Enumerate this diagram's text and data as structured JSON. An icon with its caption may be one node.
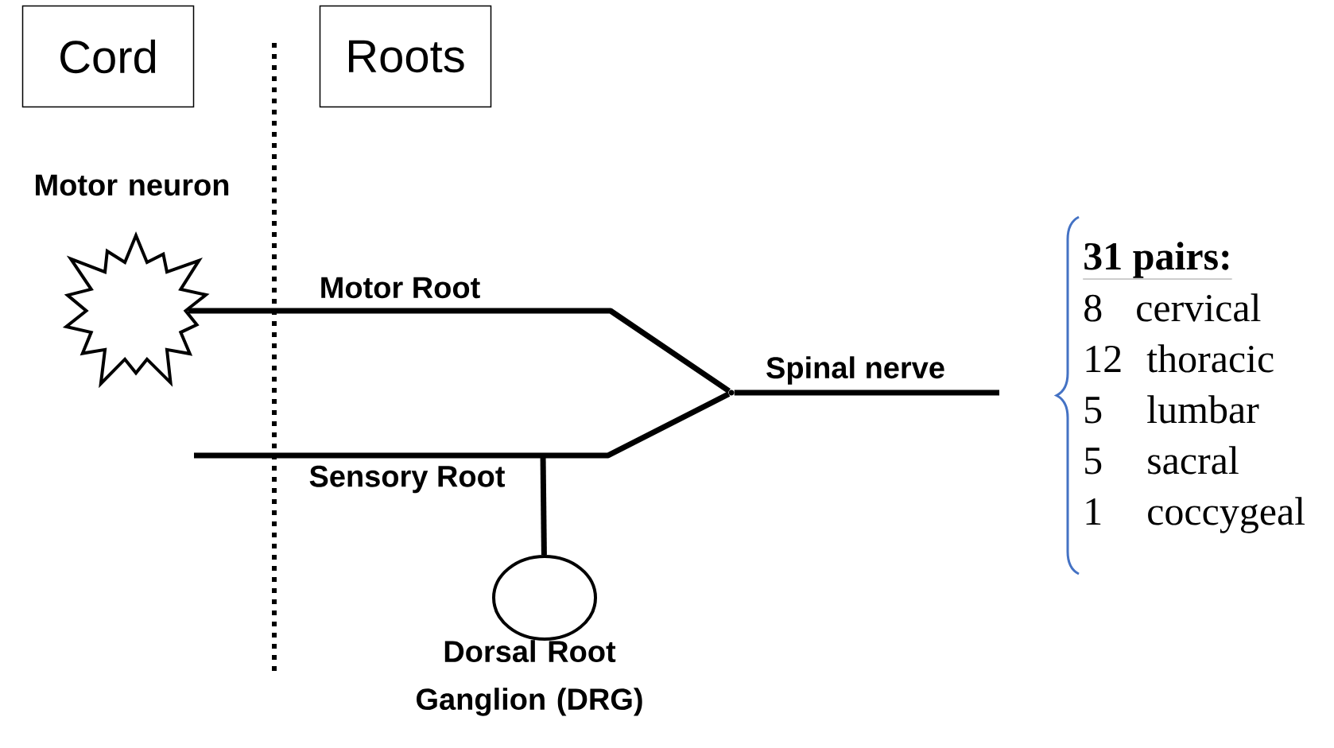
{
  "diagram": {
    "nodes": [
      {
        "text": [
          "Cord"
        ]
      },
      {
        "text": [
          "Roots"
        ]
      },
      {
        "text": [],
        "shape": "starburst",
        "beside": [
          "Motor neuron"
        ]
      },
      {
        "text": [],
        "shape": "circle",
        "beside": [
          "Dorsal Root Ganglion (DRG)"
        ]
      },
      {
        "text": [],
        "shape": "point"
      }
    ],
    "edges": [
      {
        "from": 2,
        "to": 4,
        "arrow": "none",
        "label": "Motor Root"
      },
      {
        "from": null,
        "to": 4,
        "arrow": "none",
        "label": "Sensory Root"
      },
      {
        "from": 4,
        "to": null,
        "arrow": "none",
        "label": "Spinal nerve"
      },
      {
        "from": null,
        "to": 3,
        "arrow": "none"
      }
    ],
    "labels": [
      "31 pairs:",
      "8",
      "cervical",
      "12",
      "thoracic",
      "5",
      "lumbar",
      "5",
      "sacral",
      "1",
      "coccygeal"
    ]
  }
}
